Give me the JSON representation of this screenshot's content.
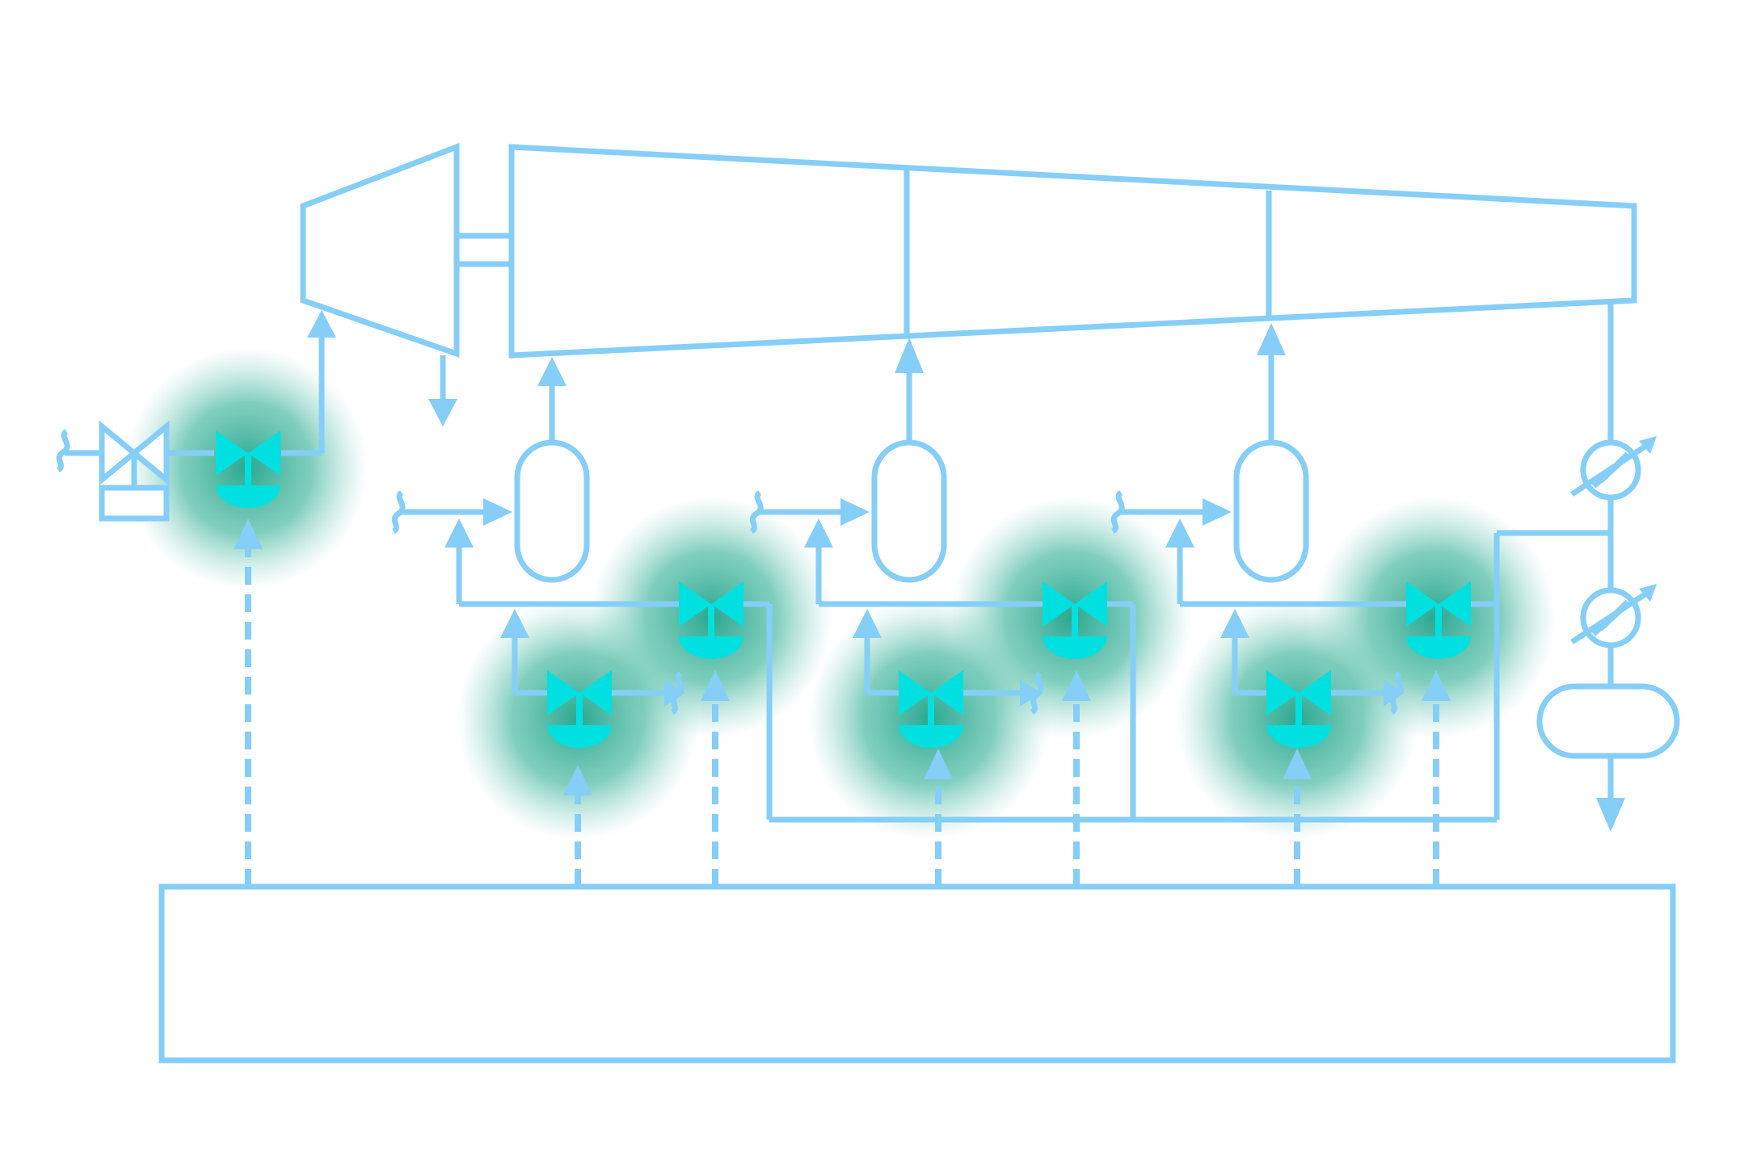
{
  "diagram": {
    "type": "process-flow",
    "colors": {
      "line": "#85CEF7",
      "control_valve": "#00E0E0",
      "valve_glow": "#3FB59B",
      "background": "#FFFFFF"
    },
    "components": {
      "turbine_stages": 4,
      "controlled_valves": 7,
      "manual_valves": 1,
      "separator_vessels": 3,
      "heat_exchangers": 2,
      "receiver_vessels": 1,
      "control_system_blocks": 1
    },
    "icons": [
      "valve-icon",
      "control-valve-icon",
      "heat-exchanger-icon",
      "vessel-icon",
      "arrow-icon",
      "break-symbol-icon"
    ]
  }
}
